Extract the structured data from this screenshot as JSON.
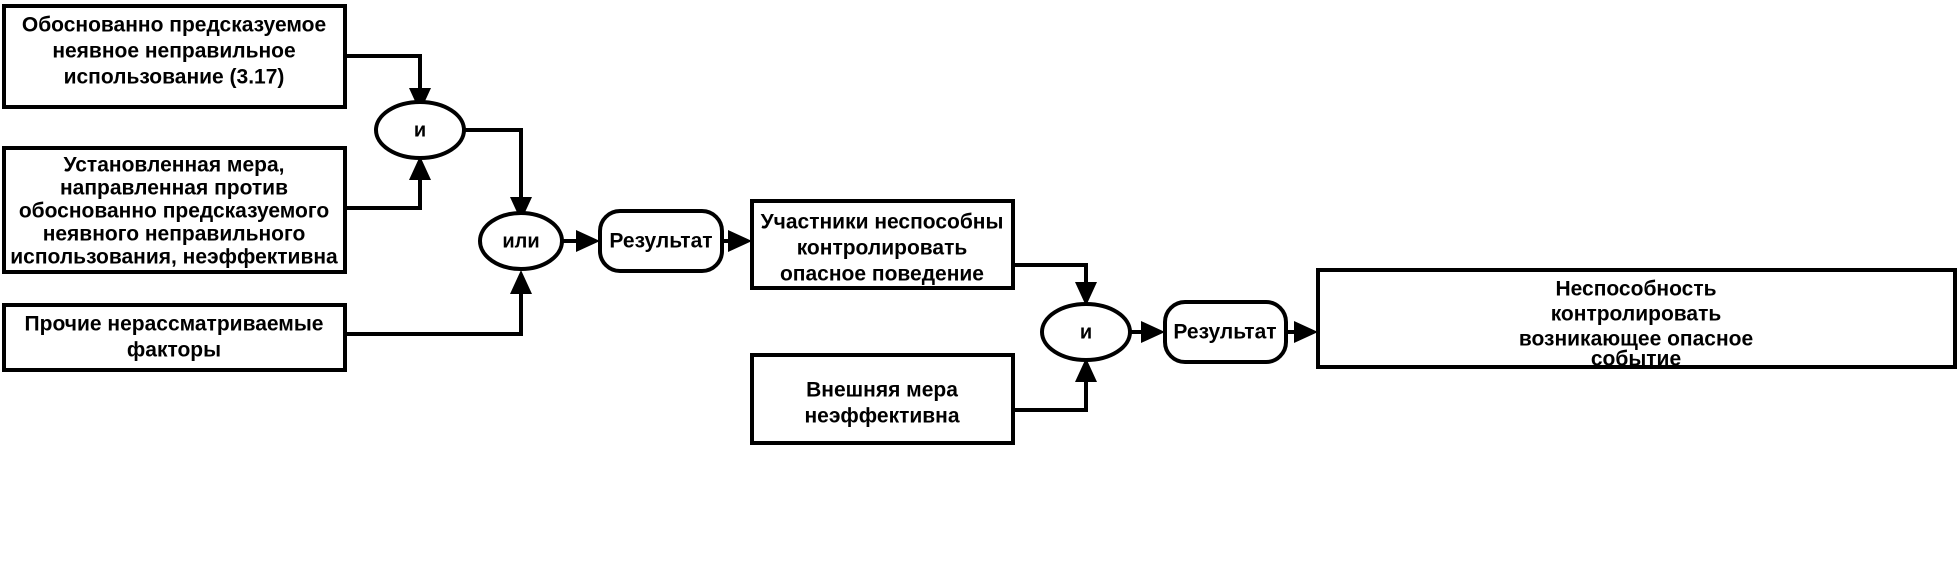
{
  "diagram": {
    "type": "fault-tree",
    "language": "ru",
    "background_color": "#ffffff",
    "line_color": "#000000",
    "nodes": {
      "foreseeable_misuse": {
        "shape": "rectangle",
        "lines": [
          "Обоснованно предсказуемое",
          "неявное неправильное",
          "использование (3.17)"
        ]
      },
      "measure_ineffective": {
        "shape": "rectangle",
        "lines": [
          "Установленная мера,",
          "направленная против",
          "обоснованно предсказуемого",
          "неявного неправильного",
          "использования, неэффективна"
        ]
      },
      "other_factors": {
        "shape": "rectangle",
        "lines": [
          "Прочие нерассматриваемые",
          "факторы"
        ]
      },
      "gate_and_left": {
        "shape": "ellipse",
        "label": "и"
      },
      "gate_or": {
        "shape": "ellipse",
        "label": "или"
      },
      "result_left": {
        "shape": "rounded-rectangle",
        "label": "Результат"
      },
      "participants_unable": {
        "shape": "rectangle",
        "lines": [
          "Участники неспособны",
          "контролировать",
          "опасное поведение"
        ]
      },
      "external_measure_ineffective": {
        "shape": "rectangle",
        "lines": [
          "Внешняя мера",
          "неэффективна"
        ]
      },
      "gate_and_right": {
        "shape": "ellipse",
        "label": "и"
      },
      "result_right": {
        "shape": "rounded-rectangle",
        "label": "Результат"
      },
      "inability_to_control": {
        "shape": "rectangle",
        "lines": [
          "Неспособность",
          "контролировать",
          "возникающее опасное",
          "событие"
        ]
      }
    }
  }
}
